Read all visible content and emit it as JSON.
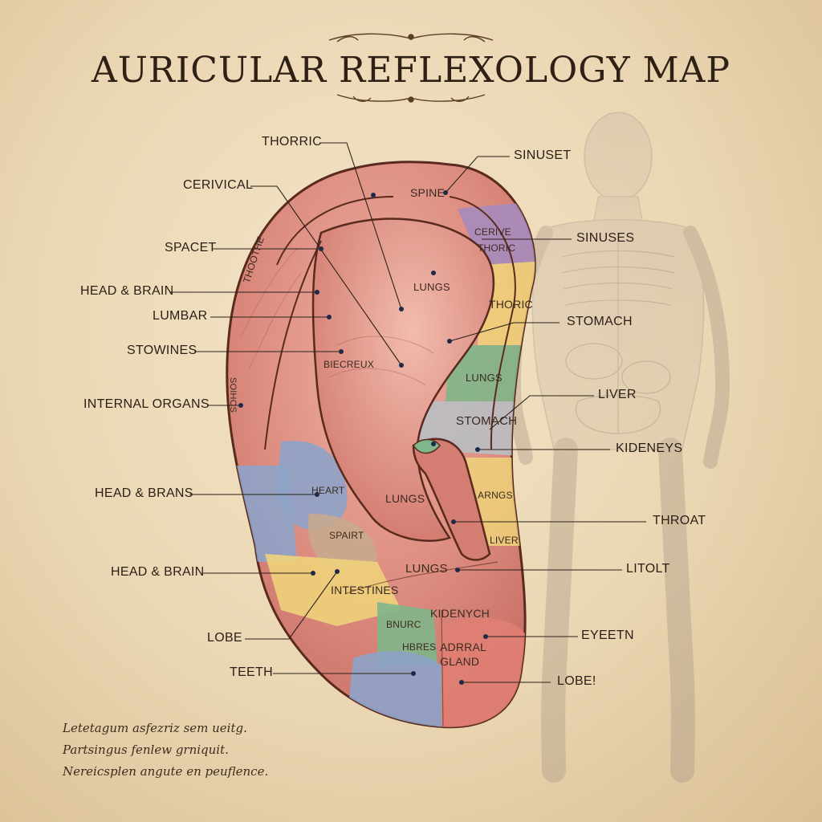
{
  "title": "AURICULAR REFLEXOLOGY MAP",
  "labels_left": [
    "THORRIC",
    "CERIVICAL",
    "SPACET",
    "HEAD & BRAIN",
    "LUMBAR",
    "STOWINES",
    "INTERNAL ORGANS",
    "HEAD & BRANS",
    "HEAD & BRAIN",
    "LOBE",
    "TEETH"
  ],
  "labels_right": [
    "SINUSET",
    "SINUSES",
    "STOMACH",
    "LIVER",
    "KIDENEYS",
    "THROAT",
    "LITOLT",
    "EYEETN",
    "LOBE!"
  ],
  "region_labels": {
    "spine": "SPINE",
    "cerive": "CERIVE",
    "thoric_upper": "THORIC",
    "thoric_mid": "THORIC",
    "lungs_upper": "LUNGS",
    "biecreux": "BIECREUX",
    "lungs_green": "LUNGS",
    "stomach": "STOMACH",
    "heart": "HEART",
    "lungs_mid": "LUNGS",
    "arngs": "ARNGS",
    "spairt": "SPAIRT",
    "liver": "LIVER",
    "lungs_low": "LUNGS",
    "intestines": "INTESTINES",
    "kidenych": "KIDENYCH",
    "bnurc": "BNURC",
    "hbres": "HBRES",
    "adrral": "ADRRAL",
    "gland": "GLAND",
    "thoothe": "THOOTHE",
    "soihos": "SOIHOS"
  },
  "script_lines": [
    "Letetagum asfezriz sem ueitg.",
    "Partsingus fenlew grniquit.",
    "Nereicsplen angute en peuflence."
  ],
  "colors": {
    "parchment": "#ecdcbc",
    "ear_pink": "#d9837a",
    "ear_rose": "#e9a99a",
    "purple": "#a68bbd",
    "yellow": "#eed27a",
    "green": "#7fb68a",
    "blue": "#8ea3c8",
    "gray": "#b9bec3",
    "tan": "#c8a98e",
    "outline": "#5a2a1e"
  }
}
